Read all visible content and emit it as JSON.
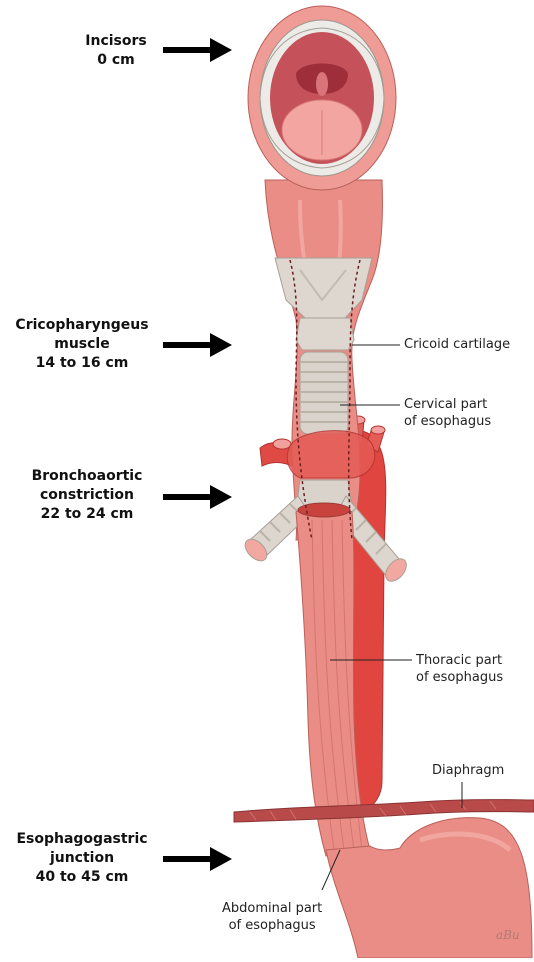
{
  "left_labels": {
    "incisors": [
      "Incisors",
      "0 cm"
    ],
    "cricopharyngeus": [
      "Cricopharyngeus",
      "muscle",
      "14 to 16 cm"
    ],
    "bronchoaortic": [
      "Bronchoaortic",
      "constriction",
      "22 to 24 cm"
    ],
    "esophagogastric": [
      "Esophagogastric",
      "junction",
      "40 to 45 cm"
    ]
  },
  "right_labels": {
    "cricoid": [
      "Cricoid cartilage"
    ],
    "cervical": [
      "Cervical part",
      "of esophagus"
    ],
    "thoracic": [
      "Thoracic part",
      "of esophagus"
    ],
    "diaphragm": [
      "Diaphragm"
    ],
    "abdominal": [
      "Abdominal part",
      "of esophagus"
    ]
  },
  "signature": "aBu",
  "colors": {
    "tissue": "#e98d86",
    "tissue_light": "#f3b2aa",
    "cartilage": "#ddd7cf",
    "artery": "#e0453f",
    "diaphragm": "#b94a4a",
    "arrow": "#000000"
  }
}
